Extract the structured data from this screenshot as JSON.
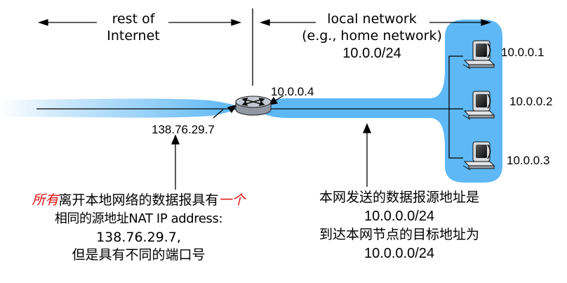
{
  "header": {
    "left_label_line1": "rest of",
    "left_label_line2": "Internet",
    "right_label_line1": "local network",
    "right_label_line2": "(e.g., home network)",
    "right_label_line3": "10.0.0/24"
  },
  "router": {
    "inside_ip": "10.0.0.4",
    "outside_ip": "138.76.29.7"
  },
  "hosts": [
    {
      "ip": "10.0.0.1"
    },
    {
      "ip": "10.0.0.2"
    },
    {
      "ip": "10.0.0.3"
    }
  ],
  "left_note": {
    "line1_red_a": "所有",
    "line1_mid": "离开本地网络的数据报具有",
    "line1_red_b": "一个",
    "line2": "相同的源地址NAT IP address:",
    "line3": "138.76.29.7,",
    "line4": "但是具有不同的端口号"
  },
  "right_note": {
    "line1": "本网发送的数据报源地址是",
    "line2": "10.0.0.0/24",
    "line3": "到达本网节点的目标地址为",
    "line4": "10.0.0.0/24"
  },
  "colors": {
    "network_fill": "#5eb8f5",
    "text_red": "#e01010"
  },
  "icons": [
    "router-icon",
    "computer-icon"
  ]
}
